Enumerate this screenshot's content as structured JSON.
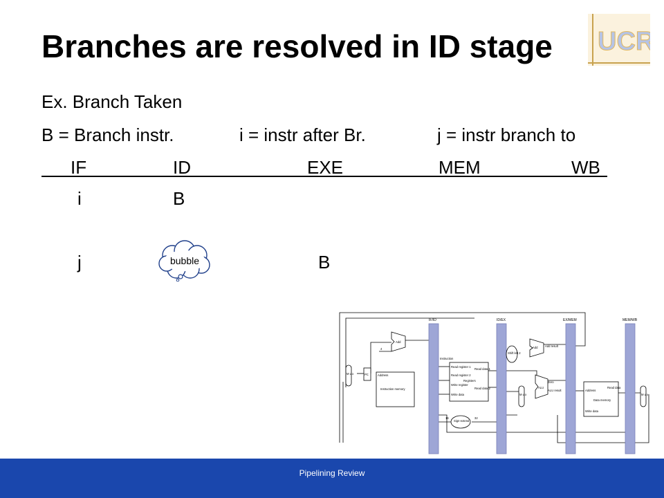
{
  "slide": {
    "title": "Branches are resolved in ID stage",
    "logo_text": "UCR",
    "line1": "Ex. Branch Taken",
    "legend": {
      "b": "B = Branch instr.",
      "i": "i = instr after Br.",
      "j": "j = instr branch to"
    },
    "stages": [
      "IF",
      "ID",
      "EXE",
      "MEM",
      "WB"
    ],
    "row1": {
      "if": "i",
      "id": "B"
    },
    "row2": {
      "if": "j",
      "id_bubble": "bubble",
      "exe": "B"
    },
    "footer": "Pipelining Review"
  },
  "diagram": {
    "pipeline_registers": [
      "IF/ID",
      "ID/EX",
      "EX/MEM",
      "MEM/WB"
    ],
    "blocks": {
      "pc": "PC",
      "add1": "Add",
      "add2": "Add",
      "add2_out": "Add result",
      "four": "4",
      "imem_addr": "Address",
      "imem": "Instruction memory",
      "instr": "Instruction",
      "reg1": "Read register 1",
      "reg2": "Read register 2",
      "wreg": "Write register",
      "wdata": "Write data",
      "regs": "Registers",
      "rd1": "Read data 1",
      "rd2": "Read data 2",
      "shift": "Shift left 2",
      "alu": "ALU",
      "zero": "Zero",
      "alu_res": "ALU result",
      "dmem_addr": "Address",
      "dmem_rd": "Read data",
      "dmem_wd": "Write data",
      "dmem": "Data memory",
      "sign": "Sign-extend",
      "sixteen": "16",
      "thirtytwo": "32",
      "mux": "M u x"
    }
  },
  "colors": {
    "footer": "#1a47ad",
    "pipe_reg": "#9ea6d6"
  }
}
